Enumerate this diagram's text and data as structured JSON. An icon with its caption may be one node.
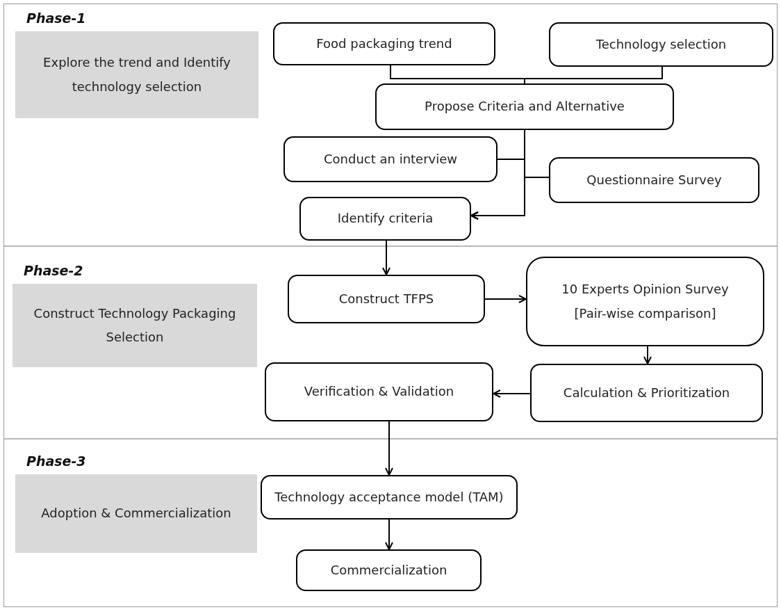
{
  "diagram": {
    "nodes": [
      {
        "text": [
          "Phase-1",
          "Explore the trend and Identify technology selection"
        ]
      },
      {
        "text": [
          "Food packaging trend"
        ]
      },
      {
        "text": [
          "Technology selection"
        ]
      },
      {
        "text": [
          "Propose Criteria and Alternative"
        ]
      },
      {
        "text": [
          "Conduct an interview"
        ]
      },
      {
        "text": [
          "Questionnaire Survey"
        ]
      },
      {
        "text": [
          "Identify criteria"
        ]
      },
      {
        "text": [
          "Phase-2",
          "Construct Technology Packaging Selection"
        ]
      },
      {
        "text": [
          "Construct TFPS"
        ]
      },
      {
        "text": [
          "10 Experts Opinion Survey",
          "[Pair-wise comparison]"
        ]
      },
      {
        "text": [
          "Calculation & Prioritization"
        ]
      },
      {
        "text": [
          "Verification & Validation"
        ]
      },
      {
        "text": [
          "Phase-3",
          "Adoption & Commercialization"
        ]
      },
      {
        "text": [
          "Technology acceptance model (TAM)"
        ]
      },
      {
        "text": [
          "Commercialization"
        ]
      }
    ],
    "edges": [
      {
        "from": 1,
        "to": 3,
        "arrow": "none"
      },
      {
        "from": 2,
        "to": 3,
        "arrow": "none"
      },
      {
        "from": 3,
        "to": 6,
        "arrow": "to"
      },
      {
        "from": 4,
        "to": 6,
        "arrow": "to"
      },
      {
        "from": 5,
        "to": 6,
        "arrow": "to"
      },
      {
        "from": 6,
        "to": 8,
        "arrow": "to"
      },
      {
        "from": 8,
        "to": 9,
        "arrow": "to"
      },
      {
        "from": 9,
        "to": 10,
        "arrow": "to"
      },
      {
        "from": 10,
        "to": 11,
        "arrow": "to"
      },
      {
        "from": 11,
        "to": 13,
        "arrow": "to"
      },
      {
        "from": 13,
        "to": 14,
        "arrow": "to"
      }
    ]
  }
}
